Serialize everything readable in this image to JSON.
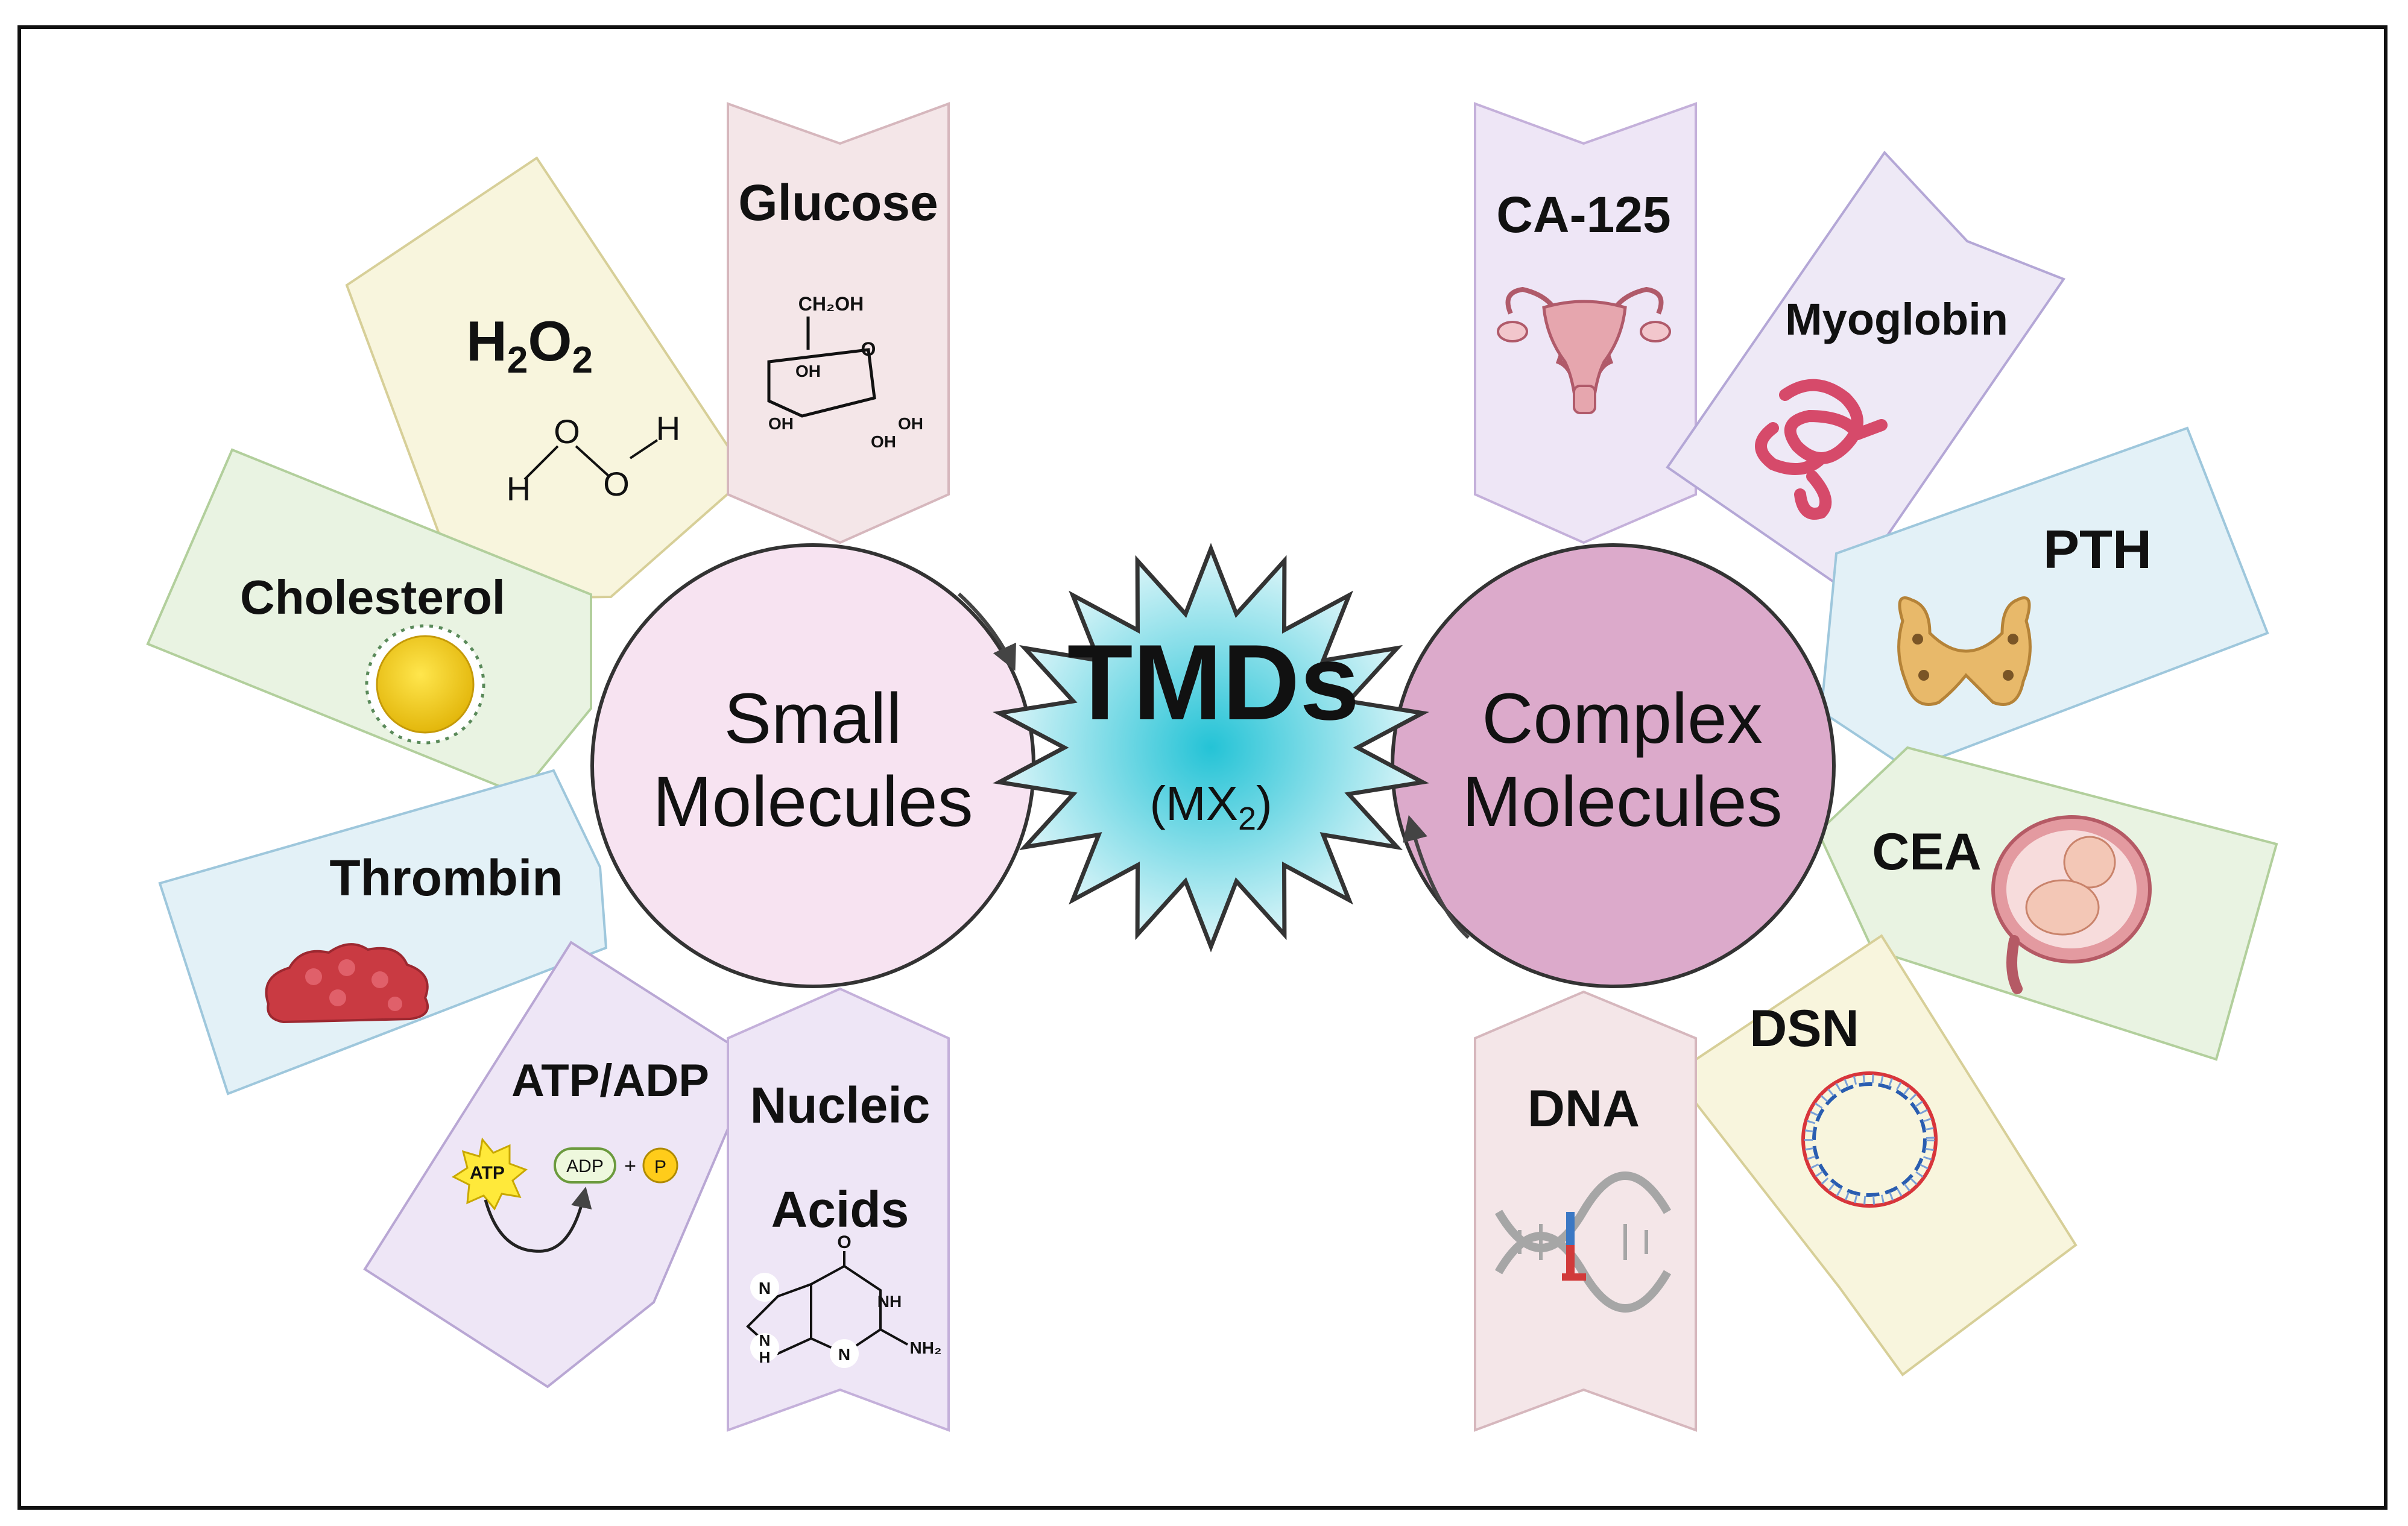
{
  "center": {
    "title": "TMDs",
    "formula": "(MX",
    "formula_sub": "2",
    "formula_close": ")"
  },
  "left_circle": {
    "line1": "Small",
    "line2": "Molecules"
  },
  "right_circle": {
    "line1": "Complex",
    "line2": "Molecules"
  },
  "small_molecules": {
    "glucose": "Glucose",
    "h2o2": {
      "h": "H",
      "sub1": "2",
      "o": "O",
      "sub2": "2"
    },
    "cholesterol": "Cholesterol",
    "thrombin": "Thrombin",
    "atp_adp": "ATP/ADP",
    "nucleic_line1": "Nucleic",
    "nucleic_line2": "Acids"
  },
  "complex_molecules": {
    "ca125": "CA-125",
    "myoglobin": "Myoglobin",
    "pth": "PTH",
    "cea": "CEA",
    "dsn": "DSN",
    "dna": "DNA"
  },
  "chem_labels": {
    "ch2oh": "CH₂OH",
    "o": "O",
    "oh": "OH",
    "h": "H",
    "atp": "ATP",
    "adp": "ADP",
    "plus": "+",
    "p": "P",
    "n": "N",
    "nh": "NH",
    "nh2": "NH₂"
  },
  "colors": {
    "small_circle": "#f7e3f1",
    "complex_circle": "#dcaacb",
    "star_center": "#2cc6d8",
    "star_edge": "#e9f8fb",
    "pink_banner": "#f4e6e8",
    "lilac_banner": "#eee6f6",
    "yellow_banner": "#f8f5dd",
    "green_banner": "#e9f3e2",
    "blue_banner": "#e3f1f7"
  }
}
